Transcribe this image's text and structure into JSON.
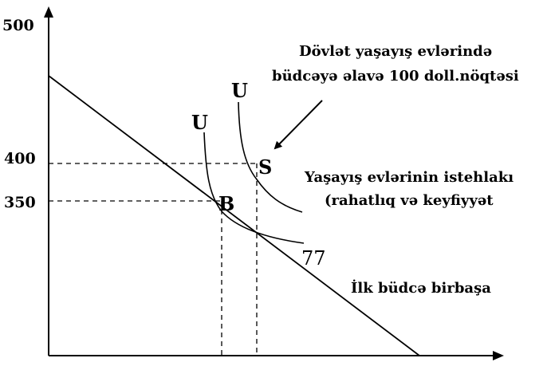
{
  "axes": {
    "y_ticks": [
      "500",
      "400",
      "350"
    ]
  },
  "points": {
    "b": "B",
    "s": "S"
  },
  "curves": {
    "u_left": "U",
    "u_right": "U",
    "tangent_label": "77"
  },
  "annotations": {
    "govt_line1": "Dövlət yaşayış evlərində",
    "govt_line2": "büdcəyə əlavə 100 doll.nöqtəsi",
    "housing_line1": "Yaşayış evlərinin istehlakı",
    "housing_line2": "(rahatlıq və keyfiyyət",
    "budget": "İlk büdcə birbaşa"
  }
}
